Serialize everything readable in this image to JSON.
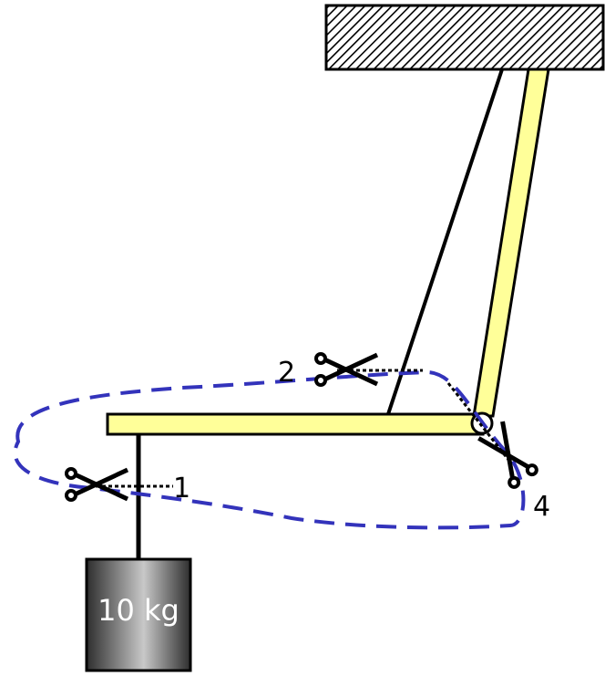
{
  "mass": {
    "label": "10 kg"
  },
  "cuts": [
    {
      "id": "1",
      "label": "1"
    },
    {
      "id": "2",
      "label": "2"
    },
    {
      "id": "4",
      "label": "4"
    }
  ],
  "colors": {
    "beam_fill": "#ffff99",
    "outline": "#000000",
    "boundary": "#3333bb",
    "mass_dark": "#2e2e2e",
    "mass_light": "#c8c8c8",
    "background": "#ffffff"
  },
  "icons": [
    "hatched-ceiling-support",
    "scissors-icon",
    "pin-joint-icon"
  ]
}
